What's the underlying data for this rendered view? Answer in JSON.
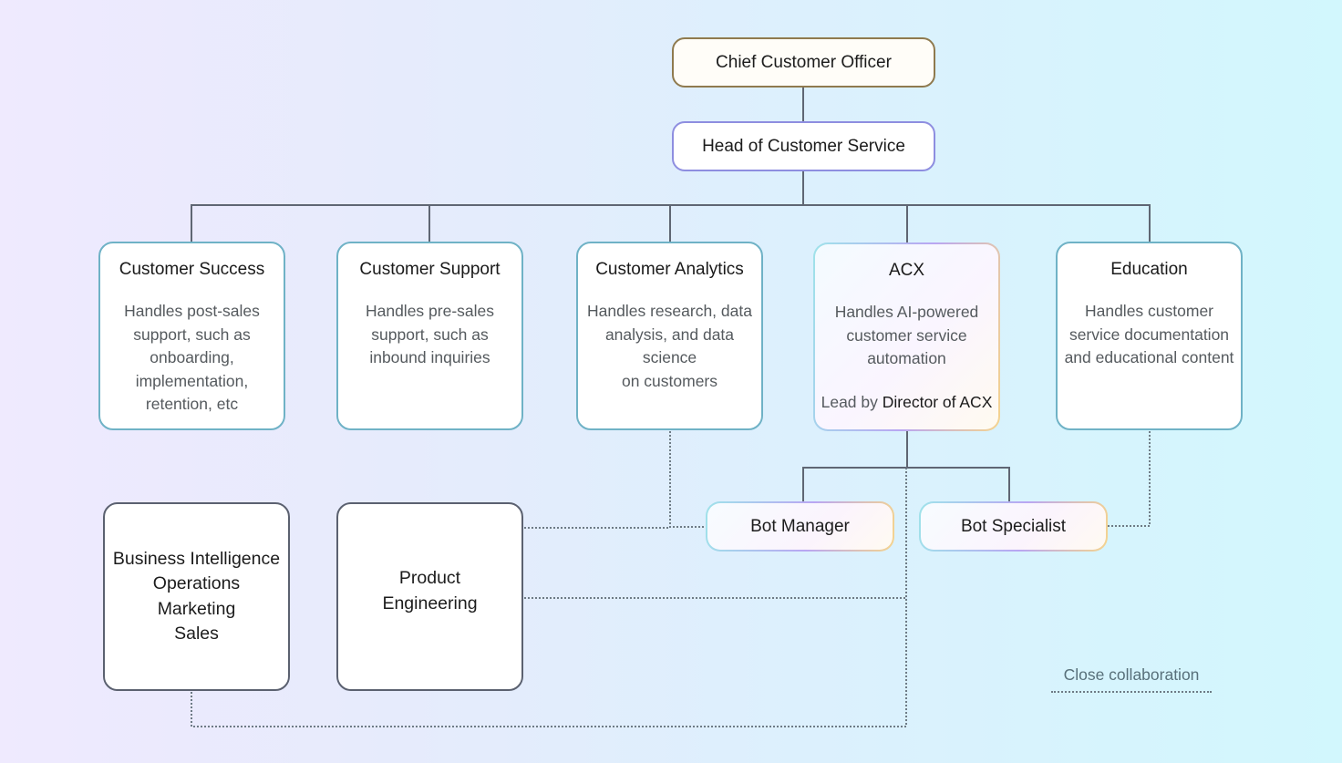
{
  "diagram": {
    "type": "org-chart",
    "colors": {
      "solid_connector": "#5f6673",
      "dotted_connector": "#6e7b86",
      "department_border": "#6fb2c6",
      "partner_border": "#5b6170",
      "cco_border": "#8f7a4e",
      "head_border": "#8e8ee0"
    },
    "executives": {
      "cco": {
        "label": "Chief Customer Officer"
      },
      "head": {
        "label": "Head of Customer Service"
      }
    },
    "departments": [
      {
        "id": "customer-success",
        "title": "Customer Success",
        "description": "Handles post-sales support, such as onboarding, implementation, retention, etc"
      },
      {
        "id": "customer-support",
        "title": "Customer Support",
        "description": "Handles pre-sales support, such as inbound inquiries"
      },
      {
        "id": "customer-analytics",
        "title": "Customer Analytics",
        "description_lines": [
          "Handles research, data analysis, and data science",
          "on customers"
        ]
      },
      {
        "id": "acx",
        "title": "ACX",
        "description": "Handles AI-powered customer service automation",
        "lead_prefix": "Lead by",
        "lead_name": "Director of ACX"
      },
      {
        "id": "education",
        "title": "Education",
        "description": "Handles customer service documentation and educational content"
      }
    ],
    "acx_reports": [
      {
        "label": "Bot Manager"
      },
      {
        "label": "Bot Specialist"
      }
    ],
    "partners": [
      {
        "id": "business-functions",
        "lines": [
          "Business Intelligence",
          "Operations",
          "Marketing",
          "Sales"
        ]
      },
      {
        "id": "product-engineering",
        "lines": [
          "Product",
          "Engineering"
        ]
      }
    ],
    "collaboration_links": [
      [
        "customer-analytics",
        "bot-manager"
      ],
      [
        "product-engineering",
        "bot-manager"
      ],
      [
        "product-engineering",
        "acx"
      ],
      [
        "business-functions",
        "acx"
      ],
      [
        "education",
        "bot-specialist"
      ]
    ],
    "legend": {
      "dotted_line": "Close collaboration"
    }
  }
}
